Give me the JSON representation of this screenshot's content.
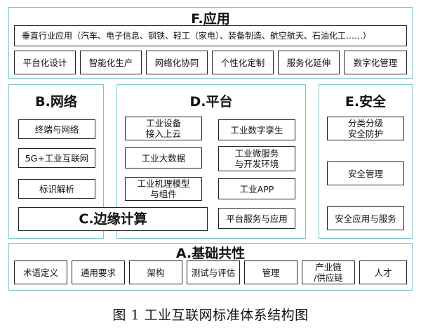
{
  "caption": "图 1  工业互联网标准体系结构图",
  "application": {
    "title": "F.应用",
    "vertical": "垂直行业应用（汽车、电子信息、钢铁、轻工（家电）、装备制造、航空航天、石油化工……）",
    "items": [
      "平台化设计",
      "智能化生产",
      "网络化协同",
      "个性化定制",
      "服务化延伸",
      "数字化管理"
    ]
  },
  "network": {
    "title": "B.网络",
    "items": [
      "终端与网络",
      "5G+工业互联网",
      "标识解析"
    ]
  },
  "edge": {
    "title": "C.边缘计算"
  },
  "platform": {
    "title": "D.平台",
    "left": [
      "工业设备\n接入上云",
      "工业大数据",
      "工业机理模型\n与组件"
    ],
    "right": [
      "工业数字孪生",
      "工业微服务\n与开发环境",
      "工业APP",
      "平台服务与应用"
    ]
  },
  "security": {
    "title": "E.安全",
    "items": [
      "分类分级\n安全防护",
      "安全管理",
      "安全应用与服务"
    ]
  },
  "foundation": {
    "title": "A.基础共性",
    "items": [
      "术语定义",
      "通用要求",
      "架构",
      "测试与评估",
      "管理",
      "产业链\n/供应链",
      "人才"
    ]
  },
  "colors": {
    "panel_border": "#7ec3cf",
    "box_border": "#222222"
  }
}
